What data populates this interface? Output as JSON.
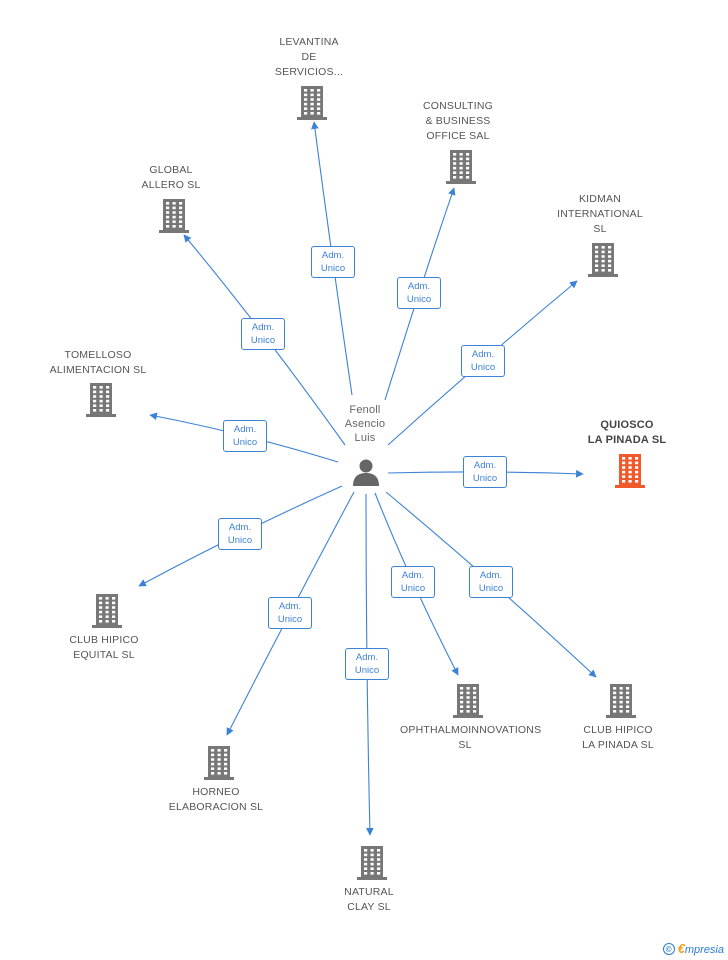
{
  "center": {
    "label": "Fenoll\nAsencio\nLuis"
  },
  "colors": {
    "edge": "#3c82d7",
    "building": "#777777",
    "highlight": "#f0592a",
    "person": "#666666"
  },
  "icons": {
    "company": "building-icon",
    "person": "person-icon"
  },
  "nodes": [
    {
      "id": "levantina",
      "label": "LEVANTINA\nDE\nSERVICIOS...",
      "edge_label": "Adm.\nUnico",
      "highlight": false
    },
    {
      "id": "consulting",
      "label": "CONSULTING\n& BUSINESS\nOFFICE SAL",
      "edge_label": "Adm.\nUnico",
      "highlight": false
    },
    {
      "id": "global-allero",
      "label": "GLOBAL\nALLERO SL",
      "edge_label": "Adm.\nUnico",
      "highlight": false
    },
    {
      "id": "kidman",
      "label": "KIDMAN\nINTERNATIONAL\nSL",
      "edge_label": "Adm.\nUnico",
      "highlight": false
    },
    {
      "id": "tomelloso",
      "label": "TOMELLOSO\nALIMENTACION SL",
      "edge_label": "Adm.\nUnico",
      "highlight": false
    },
    {
      "id": "quiosco",
      "label": "QUIOSCO\nLA PINADA  SL",
      "edge_label": "Adm.\nUnico",
      "highlight": true
    },
    {
      "id": "club-equital",
      "label": "CLUB HIPICO\nEQUITAL SL",
      "edge_label": "Adm.\nUnico",
      "highlight": false
    },
    {
      "id": "horneo",
      "label": "HORNEO\nELABORACION SL",
      "edge_label": "Adm.\nUnico",
      "highlight": false
    },
    {
      "id": "natural-clay",
      "label": "NATURAL\nCLAY  SL",
      "edge_label": "Adm.\nUnico",
      "highlight": false
    },
    {
      "id": "ophthalmo",
      "label": "OPHTHALMOINNOVATIONS\nSL",
      "edge_label": "Adm.\nUnico",
      "highlight": false
    },
    {
      "id": "club-pinada",
      "label": "CLUB HIPICO\nLA PINADA  SL",
      "edge_label": "Adm.\nUnico",
      "highlight": false
    }
  ],
  "footer": {
    "copyright_symbol": "©",
    "brand_initial": "€",
    "brand_rest": "mpresia"
  }
}
